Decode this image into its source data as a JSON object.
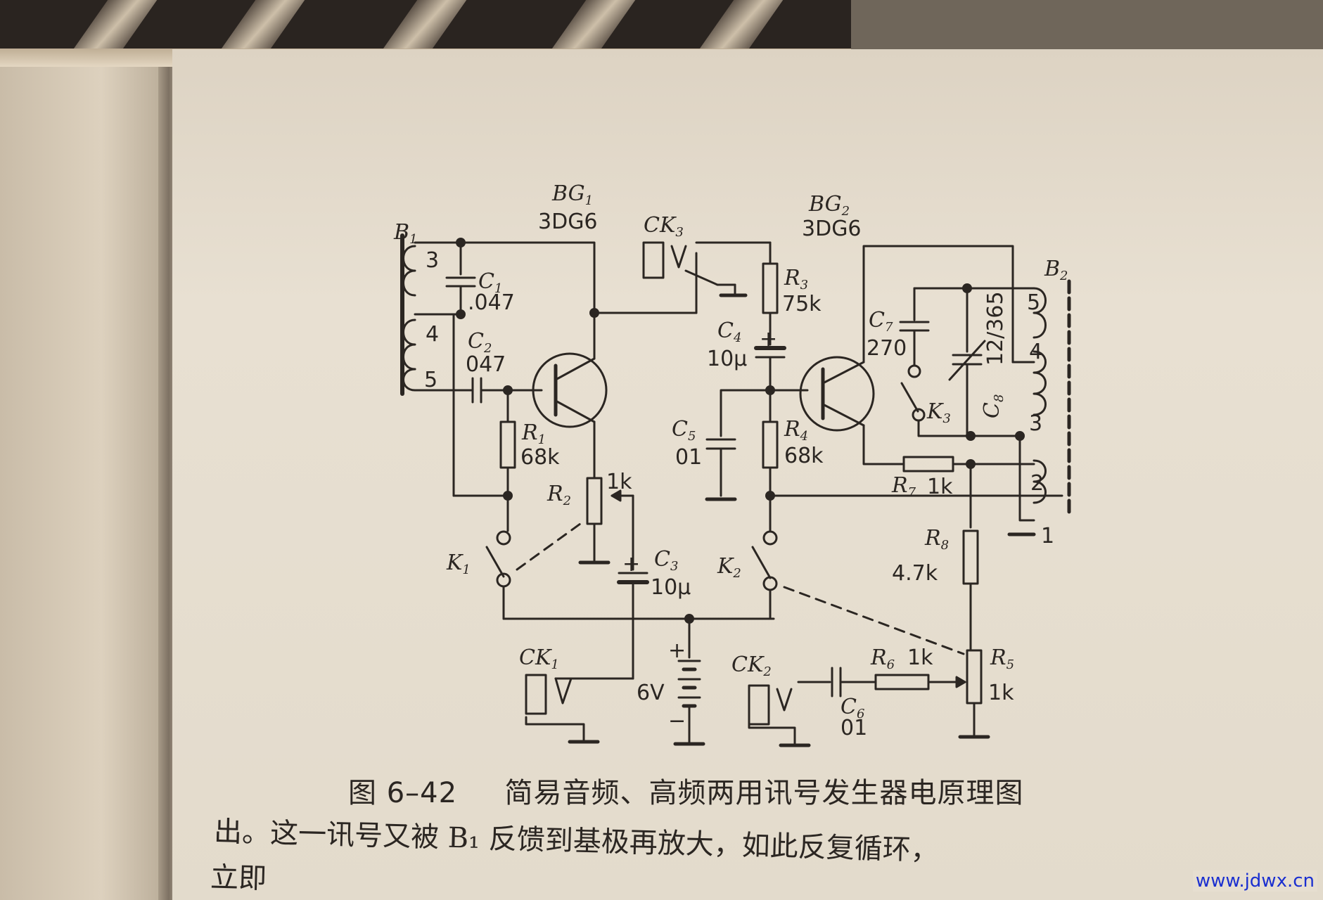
{
  "caption": {
    "figure_no": "图 6–42",
    "title": "简易音频、高频两用讯号发生器电原理图"
  },
  "body_text": {
    "line1": "出。这一讯号又被 B₁ 反馈到基极再放大，如此反复循环，",
    "line2": "立即"
  },
  "watermark": "www.jdwx.cn",
  "labels": {
    "B1": "B",
    "B1_sub": "1",
    "BG1": "BG",
    "BG1_sub": "1",
    "BG1_model": "3DG6",
    "BG2": "BG",
    "BG2_sub": "2",
    "BG2_model": "3DG6",
    "CK3": "CK",
    "CK3_sub": "3",
    "CK1": "CK",
    "CK1_sub": "1",
    "CK2": "CK",
    "CK2_sub": "2",
    "B2": "B",
    "B2_sub": "2",
    "C1": "C",
    "C1_sub": "1",
    "C1_val": ".047",
    "C2": "C",
    "C2_sub": "2",
    "C2_val": "047",
    "R1": "R",
    "R1_sub": "1",
    "R1_val": "68k",
    "R2": "R",
    "R2_sub": "2",
    "R2_val": "1k",
    "R3": "R",
    "R3_sub": "3",
    "R3_val": "75k",
    "C4": "C",
    "C4_sub": "4",
    "C4_val": "10μ",
    "C5": "C",
    "C5_sub": "5",
    "C5_val": "01",
    "R4": "R",
    "R4_sub": "4",
    "R4_val": "68k",
    "C7": "C",
    "C7_sub": "7",
    "C7_val": "270",
    "C8": "C",
    "C8_sub": "8",
    "C8_val": "12/365",
    "K3": "K",
    "K3_sub": "3",
    "R7": "R",
    "R7_sub": "7",
    "R7_val": "1k",
    "R8": "R",
    "R8_sub": "8",
    "R8_val": "4.7k",
    "K1": "K",
    "K1_sub": "1",
    "K2": "K",
    "K2_sub": "2",
    "C3": "C",
    "C3_sub": "3",
    "C3_val": "10μ",
    "battery_plus": "+",
    "battery_val": "6V",
    "battery_minus": "−",
    "R6": "R",
    "R6_sub": "6",
    "R6_val": "1k",
    "C6": "C",
    "C6_sub": "6",
    "C6_val": "01",
    "R5": "R",
    "R5_sub": "5",
    "R5_val": "1k",
    "tap_b1": [
      "3",
      "4",
      "5"
    ],
    "tap_b2": [
      "5",
      "4",
      "3",
      "2",
      "1"
    ],
    "plus_mark": "+"
  }
}
